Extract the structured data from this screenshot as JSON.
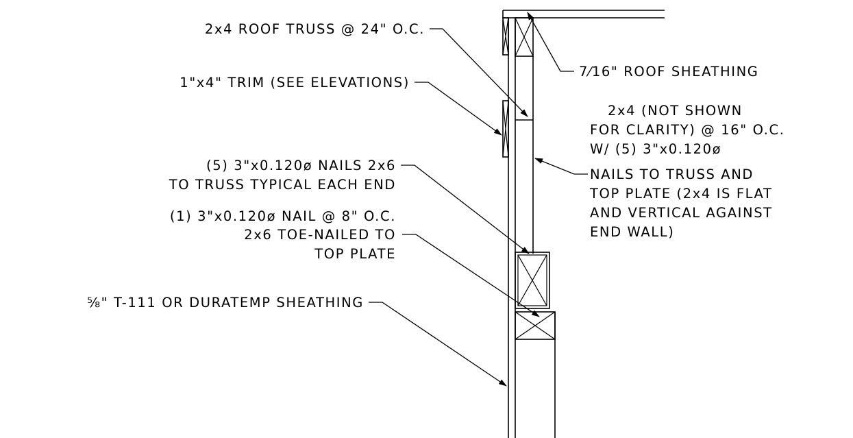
{
  "drawing": {
    "colors": {
      "ink": "#000000",
      "background": "#ffffff"
    },
    "callouts": {
      "roof_truss": "2x4 ROOF TRUSS @ 24\" O.C.",
      "trim": "1\"x4\" TRIM (SEE ELEVATIONS)",
      "nails_2x6": [
        "(5) 3\"x0.120ø NAILS 2x6",
        "TO TRUSS TYPICAL EACH END"
      ],
      "toe_nail": [
        "(1) 3\"x0.120ø NAIL @ 8\" O.C.",
        "2x6 TOE-NAILED TO",
        "TOP PLATE"
      ],
      "wall_sheathing": "⅝\" T-111 OR DURATEMP SHEATHING",
      "roof_sheathing": "7⁄16\" ROOF SHEATHING",
      "blocking_2x4": [
        "2x4 (NOT SHOWN",
        "FOR CLARITY) @ 16\" O.C.",
        "W/ (5) 3\"x0.120ø",
        "NAILS TO TRUSS AND",
        "TOP PLATE (2x4 IS FLAT",
        "AND VERTICAL AGAINST",
        "END WALL)"
      ]
    }
  }
}
